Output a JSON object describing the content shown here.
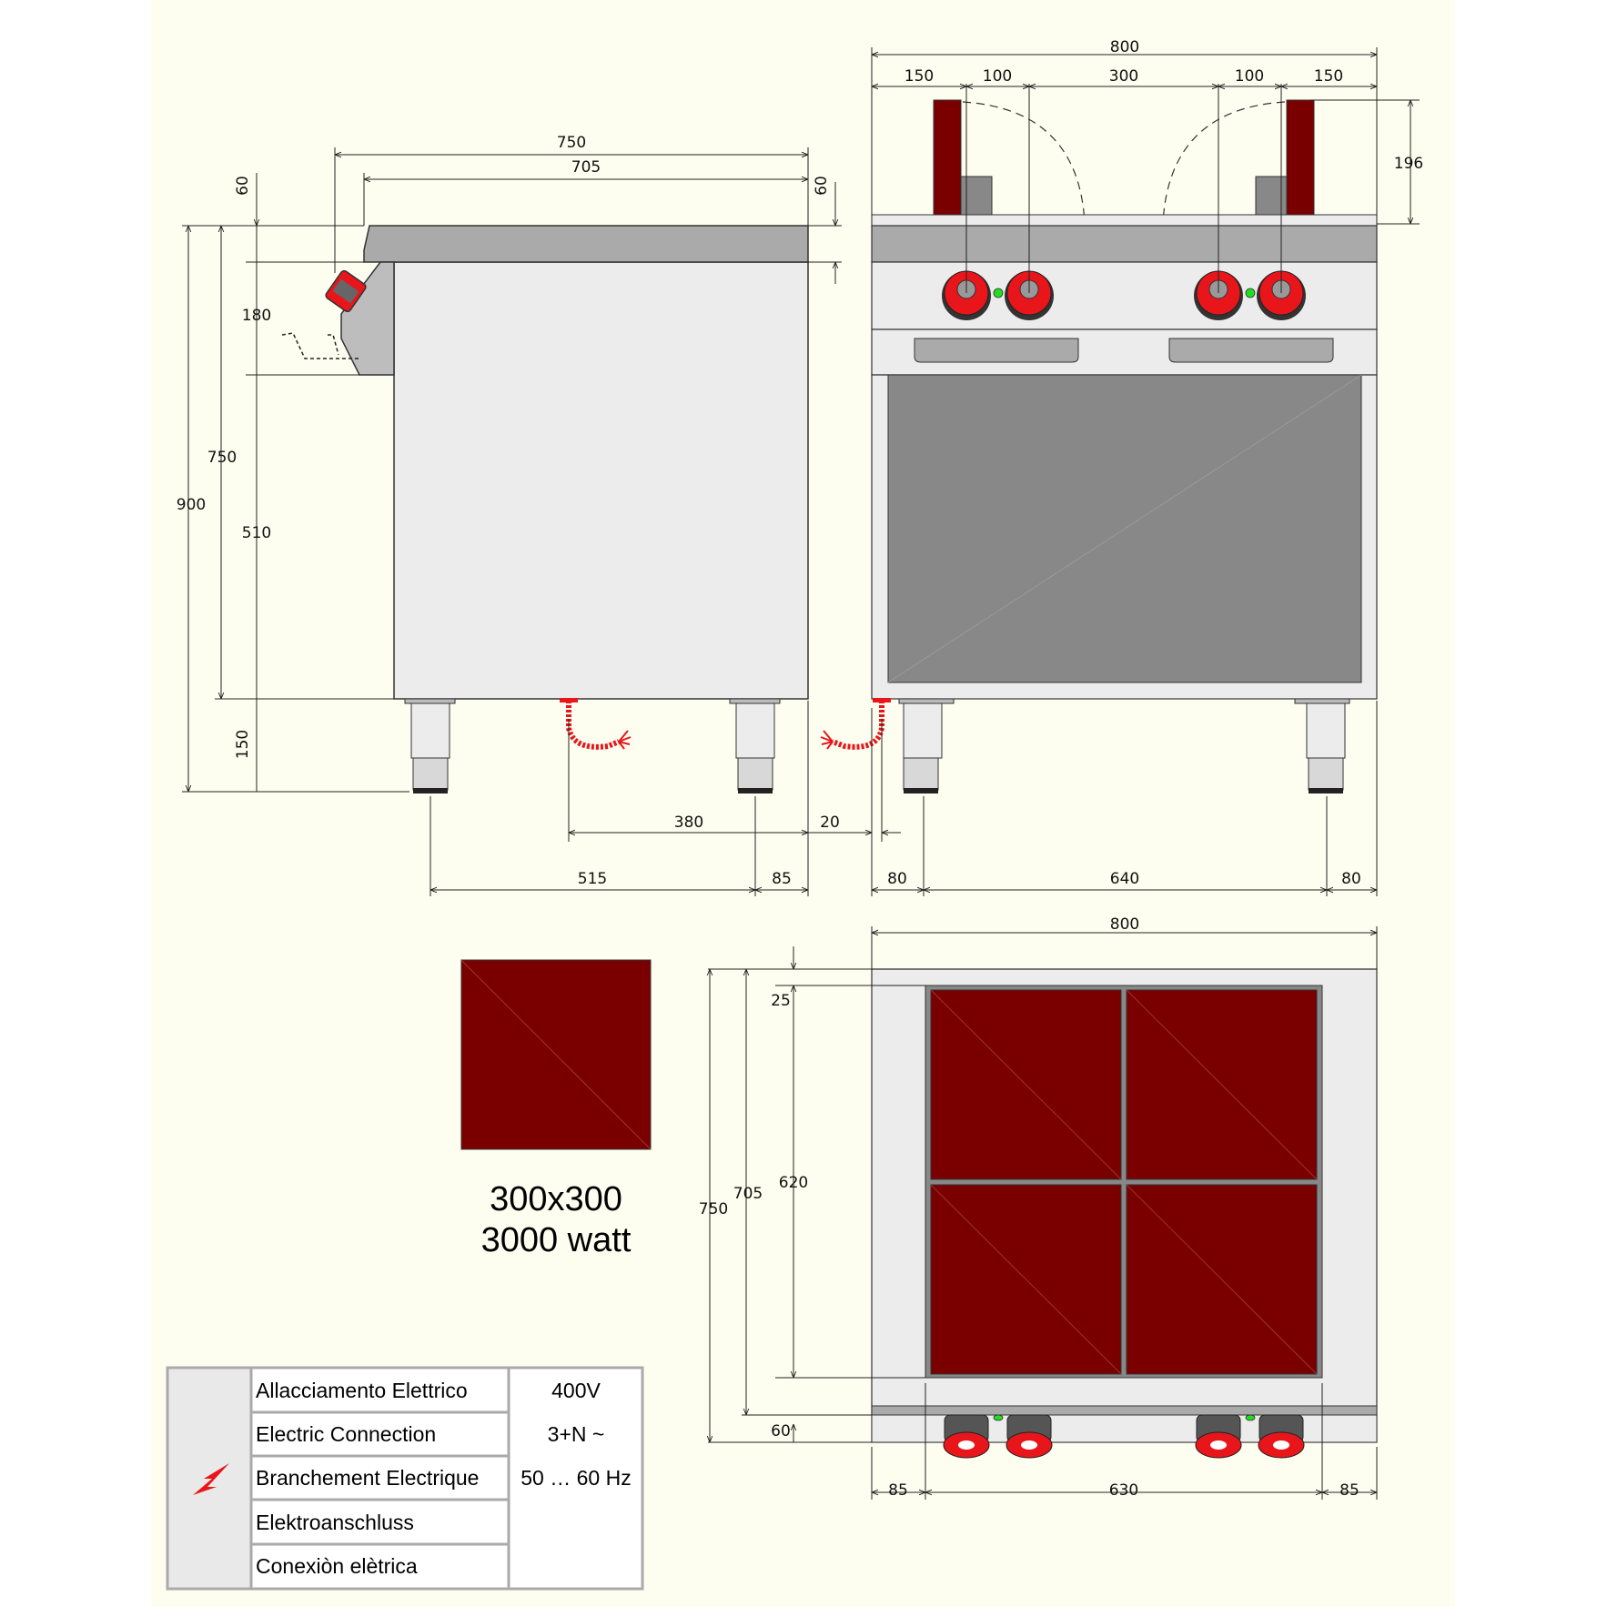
{
  "colors": {
    "sheet_bg": "#fefef0",
    "plate": "#7a0000",
    "knob": "#e8161b",
    "steel_light": "#ececec",
    "steel_mid": "#aaaaaa",
    "cavity": "#888888",
    "indicator": "#22dd22"
  },
  "side_view": {
    "dims": {
      "top_750": "750",
      "top_705": "705",
      "top_60_right": "60",
      "top_60_left": "60",
      "h_900": "900",
      "h_750": "750",
      "h_180": "180",
      "h_510": "510",
      "h_150": "150",
      "b_380": "380",
      "b_515": "515",
      "b_85": "85"
    }
  },
  "front_view": {
    "dims": {
      "w_800": "800",
      "seg_150a": "150",
      "seg_100a": "100",
      "seg_300": "300",
      "seg_100b": "100",
      "seg_150b": "150",
      "h_196": "196",
      "b_20": "20",
      "b_80a": "80",
      "b_640": "640",
      "b_80b": "80"
    }
  },
  "plate_detail": {
    "size": "300x300",
    "power": "3000 watt"
  },
  "top_view": {
    "dims": {
      "w_800": "800",
      "h_750": "750",
      "h_705": "705",
      "h_620": "620",
      "h_25": "25",
      "h_60": "60",
      "b_85a": "85",
      "b_630": "630",
      "b_85b": "85"
    }
  },
  "connection_table": {
    "icon": "lightning-icon",
    "labels": [
      "Allacciamento Elettrico",
      "Electric Connection",
      "Branchement Electrique",
      "Elektroanschluss",
      "Conexiòn elètrica"
    ],
    "values": [
      "400V",
      "3+N ~",
      "50 … 60 Hz"
    ]
  }
}
